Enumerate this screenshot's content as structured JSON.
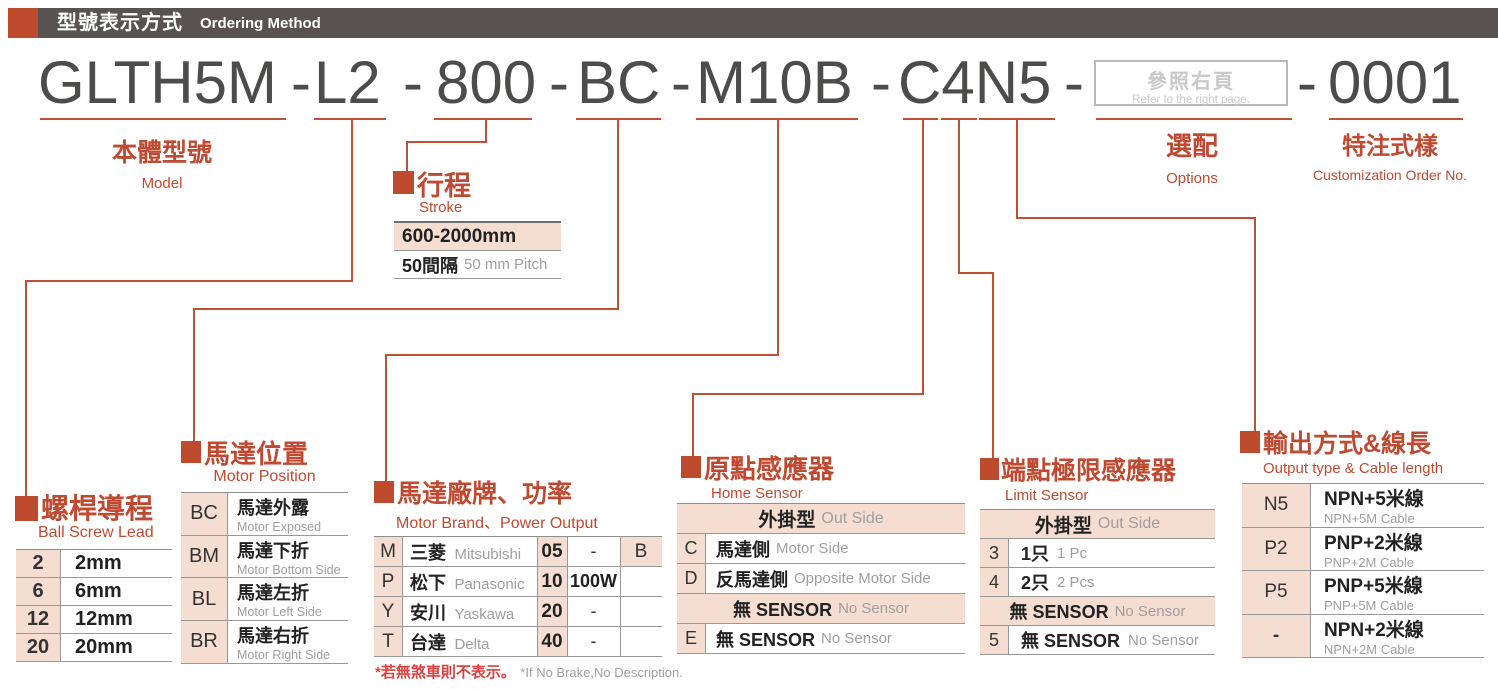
{
  "header": {
    "title_zh": "型號表示方式",
    "title_en": "Ordering Method"
  },
  "model_code": {
    "seg_model": "GLTH5M",
    "seg_lead": "L2",
    "seg_stroke": "800",
    "seg_position": "BC",
    "seg_brand": "M10B",
    "seg_sensor": "C4N5",
    "dash": "-",
    "options_box": {
      "zh": "參照右頁",
      "en": "Refer to the right page."
    },
    "seg_custom": "0001"
  },
  "labels": {
    "model": {
      "zh": "本體型號",
      "en": "Model"
    },
    "options": {
      "zh": "選配",
      "en": "Options"
    },
    "customization": {
      "zh": "特注式樣",
      "en": "Customization Order No."
    }
  },
  "sections": {
    "stroke": {
      "title_zh": "行程",
      "title_en": "Stroke",
      "range": "600-2000mm",
      "pitch_zh": "50間隔",
      "pitch_en": "50 mm Pitch"
    },
    "ball_screw_lead": {
      "title_zh": "螺桿導程",
      "title_en": "Ball Screw Lead",
      "rows": [
        [
          "2",
          "2mm"
        ],
        [
          "6",
          "6mm"
        ],
        [
          "12",
          "12mm"
        ],
        [
          "20",
          "20mm"
        ]
      ]
    },
    "motor_position": {
      "title_zh": "馬達位置",
      "title_en": "Motor Position",
      "rows": [
        [
          "BC",
          "馬達外露",
          "Motor Exposed"
        ],
        [
          "BM",
          "馬達下折",
          "Motor Bottom Side"
        ],
        [
          "BL",
          "馬達左折",
          "Motor Left Side"
        ],
        [
          "BR",
          "馬達右折",
          "Motor Right Side"
        ]
      ]
    },
    "motor_brand": {
      "title_zh": "馬達廠牌、功率",
      "title_en": "Motor Brand、Power Output",
      "rows": [
        [
          "M",
          "三菱",
          "Mitsubishi",
          "05",
          "-",
          "B"
        ],
        [
          "P",
          "松下",
          "Panasonic",
          "10",
          "100W",
          ""
        ],
        [
          "Y",
          "安川",
          "Yaskawa",
          "20",
          "-",
          ""
        ],
        [
          "T",
          "台達",
          "Delta",
          "40",
          "-",
          ""
        ]
      ],
      "footnote_zh": "*若無煞車則不表示。",
      "footnote_en": "*If No Brake,No Description."
    },
    "home_sensor": {
      "title_zh": "原點感應器",
      "title_en": "Home Sensor",
      "header1_zh": "外掛型",
      "header1_en": "Out Side",
      "rows1": [
        [
          "C",
          "馬達側",
          "Motor Side"
        ],
        [
          "D",
          "反馬達側",
          "Opposite Motor Side"
        ]
      ],
      "header2_zh": "無 SENSOR",
      "header2_en": "No Sensor",
      "rows2": [
        [
          "E",
          "無 SENSOR",
          "No Sensor"
        ]
      ]
    },
    "limit_sensor": {
      "title_zh": "端點極限感應器",
      "title_en": "Limit Sensor",
      "header1_zh": "外掛型",
      "header1_en": "Out Side",
      "rows1": [
        [
          "3",
          "1只",
          "1 Pc"
        ],
        [
          "4",
          "2只",
          "2 Pcs"
        ]
      ],
      "header2_zh": "無 SENSOR",
      "header2_en": "No Sensor",
      "rows2": [
        [
          "5",
          "無 SENSOR",
          "No Sensor"
        ]
      ]
    },
    "output": {
      "title_zh": "輸出方式&線長",
      "title_en": "Output type & Cable length",
      "rows": [
        [
          "N5",
          "NPN+5米線",
          "NPN+5M Cable"
        ],
        [
          "P2",
          "PNP+2米線",
          "PNP+2M Cable"
        ],
        [
          "P5",
          "PNP+5米線",
          "PNP+5M Cable"
        ],
        [
          "-",
          "NPN+2米線",
          "NPN+2M Cable"
        ]
      ]
    }
  },
  "colors": {
    "accent_red": "#bf4b2e",
    "line_red": "#bf5036",
    "pink_fill": "#f5ded1",
    "bar_gray": "#585350",
    "model_text": "#4c4c4b",
    "sub_gray": "#9e9e9e"
  }
}
